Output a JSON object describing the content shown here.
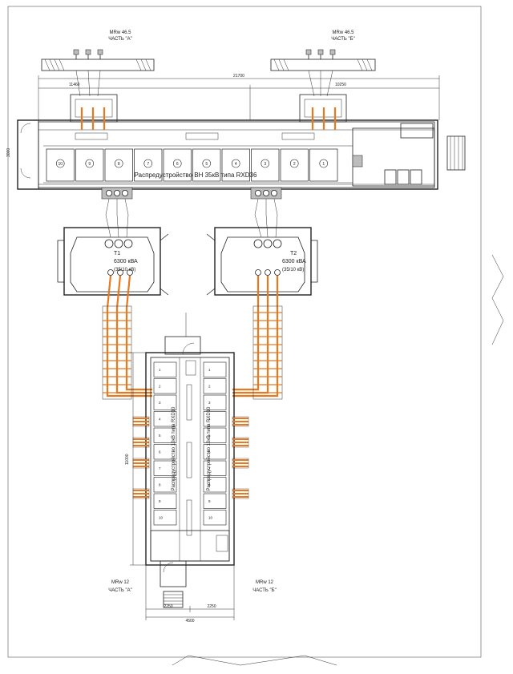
{
  "mrw_top_a": "MRw 46.5",
  "part_top_a": "ЧАСТЬ \"А\"",
  "mrw_top_b": "MRw 46.5",
  "part_top_b": "ЧАСТЬ \"Б\"",
  "dim_total": "21700",
  "dim_left": "11460",
  "dim_right": "10250",
  "dim_height": "3000",
  "hv_title": "Распредустройство ВН 35кВ типа RXD36",
  "hv_cells": [
    "10",
    "9",
    "8",
    "7",
    "6",
    "5",
    "4",
    "3",
    "2",
    "1"
  ],
  "t1": {
    "label": "T1",
    "power": "6300 кВА",
    "voltage": "(35/10 кВ)"
  },
  "t2": {
    "label": "T2",
    "power": "6300 кВА",
    "voltage": "(35/10 кВ)"
  },
  "lv_title_a": "Распредустройство 10кВ типа RXD10",
  "lv_title_b": "Распредустройство 10кВ типа RXD10",
  "lv_cells_a": [
    "1",
    "2",
    "3",
    "4",
    "5",
    "6",
    "7",
    "8",
    "9",
    "10"
  ],
  "lv_cells_b": [
    "1",
    "2",
    "3",
    "4",
    "5",
    "6",
    "7",
    "8",
    "9",
    "10"
  ],
  "dim_lv_height": "11000",
  "dim_lv_left": "2250",
  "dim_lv_right": "2250",
  "dim_lv_total": "4500",
  "mrw_bot_a": "MRw 12",
  "part_bot_a": "ЧАСТЬ \"А\"",
  "mrw_bot_b": "MRw 12",
  "part_bot_b": "ЧАСТЬ \"Б\"",
  "colors": {
    "cable": "#e8791f",
    "equipment": "#bdbdbd",
    "line": "#222222"
  }
}
